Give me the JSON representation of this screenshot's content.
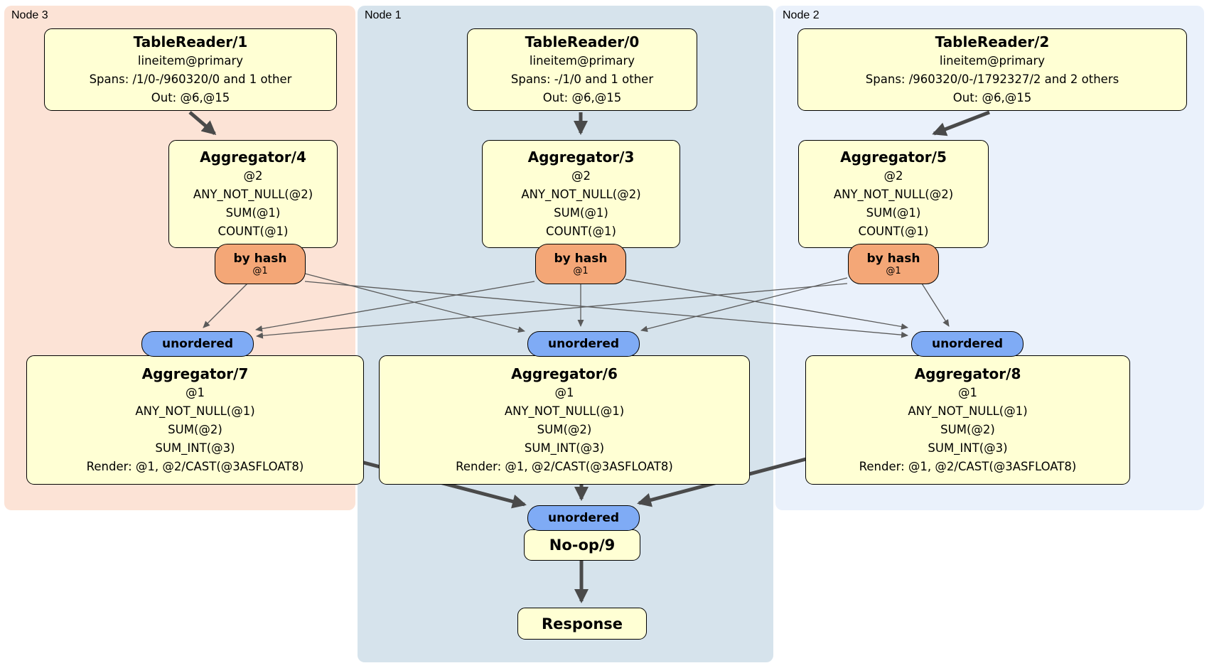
{
  "diagram": {
    "kind": "distributed SQL physical plan",
    "colors": {
      "node3_bg": "#fce3d6",
      "node1_bg": "#d6e3ec",
      "node2_bg": "#eaf1fb",
      "processor_fill": "#ffffd4",
      "router_fill": "#f4a777",
      "sync_fill": "#7fabf5",
      "edge_thin": "#5a5a5a",
      "edge_thick": "#4a4a4a",
      "border": "#000000"
    }
  },
  "groups": [
    {
      "label": "Node 3"
    },
    {
      "label": "Node 1"
    },
    {
      "label": "Node 2"
    }
  ],
  "processors": {
    "tr1": {
      "title": "TableReader/1",
      "lines": [
        "lineitem@primary",
        "Spans: /1/0-/960320/0 and 1 other",
        "Out: @6,@15"
      ]
    },
    "tr0": {
      "title": "TableReader/0",
      "lines": [
        "lineitem@primary",
        "Spans: -/1/0 and 1 other",
        "Out: @6,@15"
      ]
    },
    "tr2": {
      "title": "TableReader/2",
      "lines": [
        "lineitem@primary",
        "Spans: /960320/0-/1792327/2 and 2 others",
        "Out: @6,@15"
      ]
    },
    "agg4": {
      "title": "Aggregator/4",
      "lines": [
        "@2",
        "ANY_NOT_NULL(@2)",
        "SUM(@1)",
        "COUNT(@1)"
      ]
    },
    "agg3": {
      "title": "Aggregator/3",
      "lines": [
        "@2",
        "ANY_NOT_NULL(@2)",
        "SUM(@1)",
        "COUNT(@1)"
      ]
    },
    "agg5": {
      "title": "Aggregator/5",
      "lines": [
        "@2",
        "ANY_NOT_NULL(@2)",
        "SUM(@1)",
        "COUNT(@1)"
      ]
    },
    "agg7": {
      "title": "Aggregator/7",
      "lines": [
        "@1",
        "ANY_NOT_NULL(@1)",
        "SUM(@2)",
        "SUM_INT(@3)",
        "Render: @1, @2/CAST(@3ASFLOAT8)"
      ]
    },
    "agg6": {
      "title": "Aggregator/6",
      "lines": [
        "@1",
        "ANY_NOT_NULL(@1)",
        "SUM(@2)",
        "SUM_INT(@3)",
        "Render: @1, @2/CAST(@3ASFLOAT8)"
      ]
    },
    "agg8": {
      "title": "Aggregator/8",
      "lines": [
        "@1",
        "ANY_NOT_NULL(@1)",
        "SUM(@2)",
        "SUM_INT(@3)",
        "Render: @1, @2/CAST(@3ASFLOAT8)"
      ]
    },
    "noop": {
      "title": "No-op/9"
    },
    "response": {
      "title": "Response"
    }
  },
  "routers": {
    "hash4": {
      "label": "by hash",
      "detail": "@1"
    },
    "hash3": {
      "label": "by hash",
      "detail": "@1"
    },
    "hash5": {
      "label": "by hash",
      "detail": "@1"
    }
  },
  "synchronizers": {
    "unordered3": {
      "label": "unordered"
    },
    "unordered1": {
      "label": "unordered"
    },
    "unordered2": {
      "label": "unordered"
    },
    "unordered_final": {
      "label": "unordered"
    }
  }
}
